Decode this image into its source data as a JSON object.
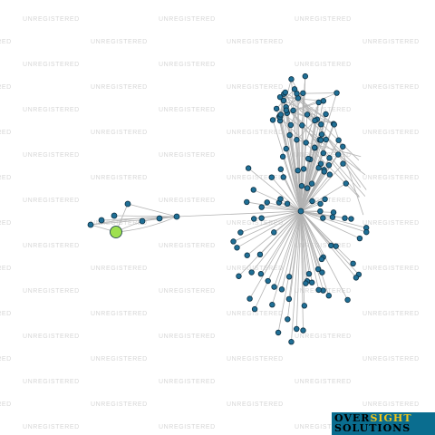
{
  "watermark": {
    "text": "UNREGISTERED",
    "color": "#d6d6d6"
  },
  "network": {
    "edge_color": "#b3b3b3",
    "node_color": "#1f6f96",
    "node_outline": "#0d2f42",
    "focus_node_color": "#9ee04f",
    "cluster_a_nodes": 36,
    "cluster_b_nodes": 78,
    "small_cluster_nodes": 6
  },
  "logo": {
    "line1_a": "OVER",
    "line1_b": "SIGHT",
    "line2": "SOLUTIONS",
    "background": "#0a6d8f",
    "text_color": "#000000",
    "highlight_color": "#f0c419"
  }
}
